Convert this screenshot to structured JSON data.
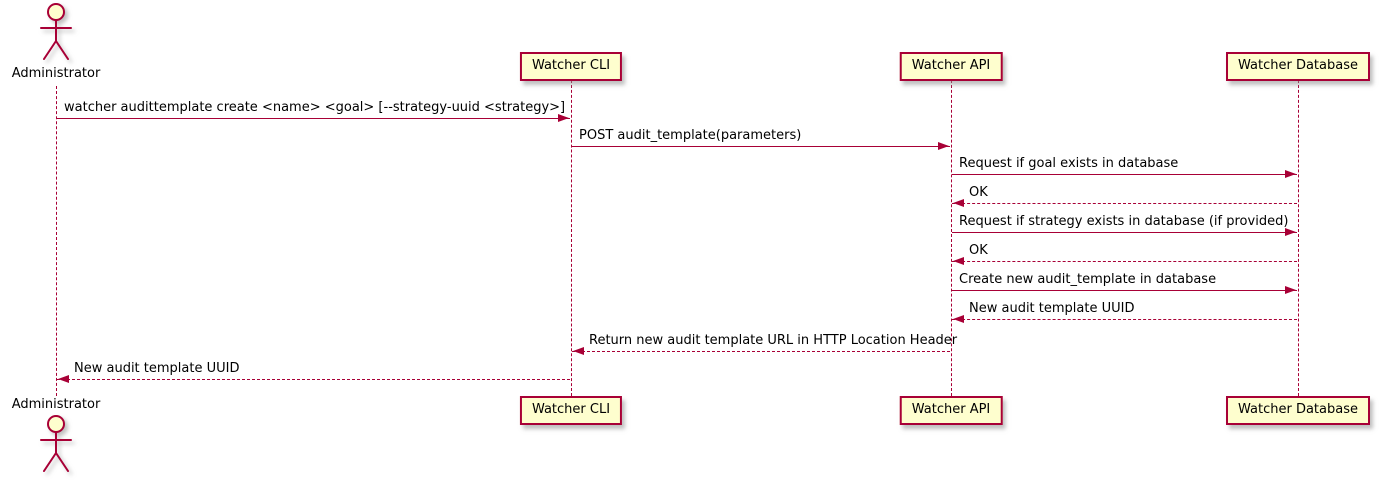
{
  "diagram": {
    "type": "sequence",
    "colors": {
      "accent": "#A80036",
      "participant_fill": "#FEFECE",
      "text": "#000000",
      "background": "#ffffff"
    },
    "participants": [
      {
        "id": "administrator",
        "label": "Administrator",
        "kind": "actor"
      },
      {
        "id": "watcher-cli",
        "label": "Watcher CLI",
        "kind": "participant"
      },
      {
        "id": "watcher-api",
        "label": "Watcher API",
        "kind": "participant"
      },
      {
        "id": "watcher-database",
        "label": "Watcher Database",
        "kind": "participant"
      }
    ],
    "messages": [
      {
        "from": "administrator",
        "to": "watcher-cli",
        "line": "solid",
        "label": "watcher audittemplate create <name> <goal> [--strategy-uuid <strategy>]"
      },
      {
        "from": "watcher-cli",
        "to": "watcher-api",
        "line": "solid",
        "label": "POST audit_template(parameters)"
      },
      {
        "from": "watcher-api",
        "to": "watcher-database",
        "line": "solid",
        "label": "Request if goal exists in database"
      },
      {
        "from": "watcher-database",
        "to": "watcher-api",
        "line": "dashed",
        "label": "OK"
      },
      {
        "from": "watcher-api",
        "to": "watcher-database",
        "line": "solid",
        "label": "Request if strategy exists in database (if provided)"
      },
      {
        "from": "watcher-database",
        "to": "watcher-api",
        "line": "dashed",
        "label": "OK"
      },
      {
        "from": "watcher-api",
        "to": "watcher-database",
        "line": "solid",
        "label": "Create new audit_template in database"
      },
      {
        "from": "watcher-database",
        "to": "watcher-api",
        "line": "dashed",
        "label": "New audit template UUID"
      },
      {
        "from": "watcher-api",
        "to": "watcher-cli",
        "line": "dashed",
        "label": "Return new audit template URL in HTTP Location Header"
      },
      {
        "from": "watcher-cli",
        "to": "administrator",
        "line": "dashed",
        "label": "New audit template UUID"
      }
    ]
  }
}
